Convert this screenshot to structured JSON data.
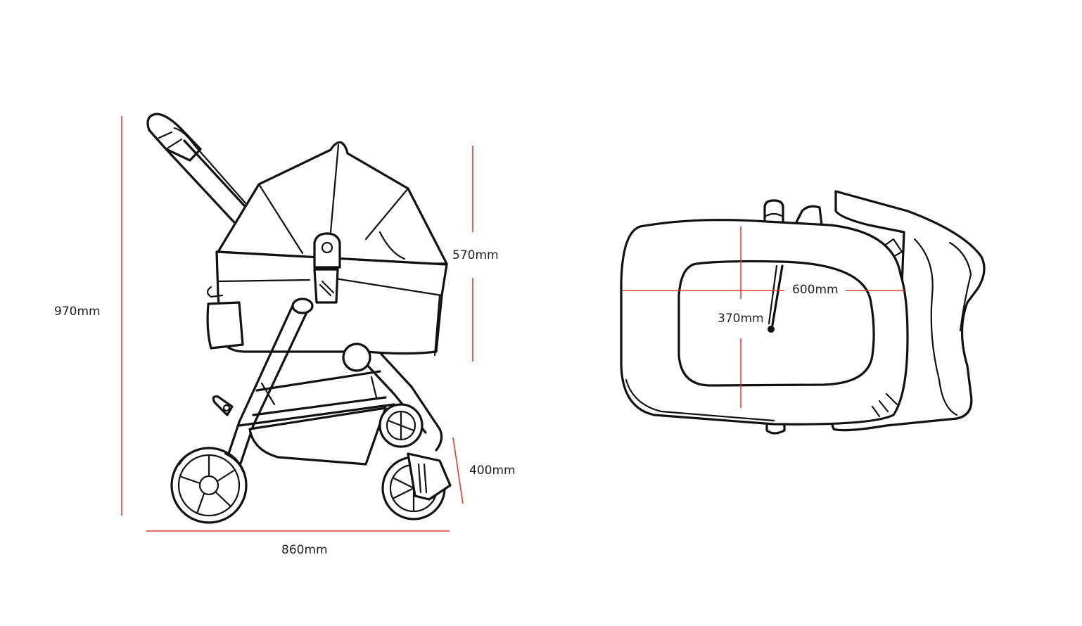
{
  "diagram": {
    "subject": "stroller",
    "colors": {
      "dimension_line": "#e03a2f",
      "ink": "#111111",
      "label_text": "#231f20",
      "background": "#ffffff"
    },
    "side_view": {
      "dimensions": {
        "overall_height": "970mm",
        "carrycot_height": "570mm",
        "wheel_diameter": "400mm",
        "overall_length": "860mm"
      }
    },
    "top_view": {
      "dimensions": {
        "length": "600mm",
        "width": "370mm"
      }
    }
  }
}
